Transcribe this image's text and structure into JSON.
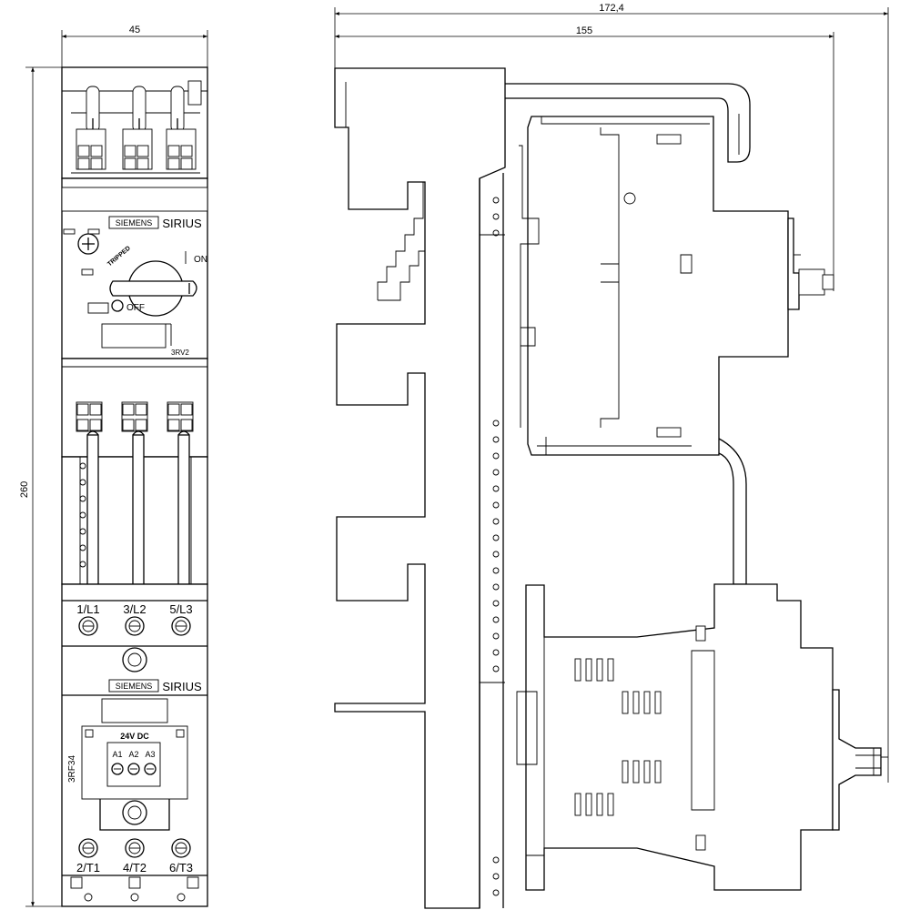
{
  "dimensions": {
    "width_front": "45",
    "height": "260",
    "depth_total": "172,4",
    "depth_rail": "155"
  },
  "breaker": {
    "brand": "SIEMENS",
    "series": "SIRIUS",
    "tripped_label": "TRIPPED",
    "on_label": "ON",
    "off_label": "OFF",
    "model": "3RV2"
  },
  "contactor": {
    "brand": "SIEMENS",
    "series": "SIRIUS",
    "model": "3RF34",
    "voltage": "24V DC",
    "control_terminals": [
      "A1",
      "A2",
      "A3"
    ],
    "line_terminals": [
      "1/L1",
      "3/L2",
      "5/L3"
    ],
    "load_terminals": [
      "2/T1",
      "4/T2",
      "6/T3"
    ]
  }
}
